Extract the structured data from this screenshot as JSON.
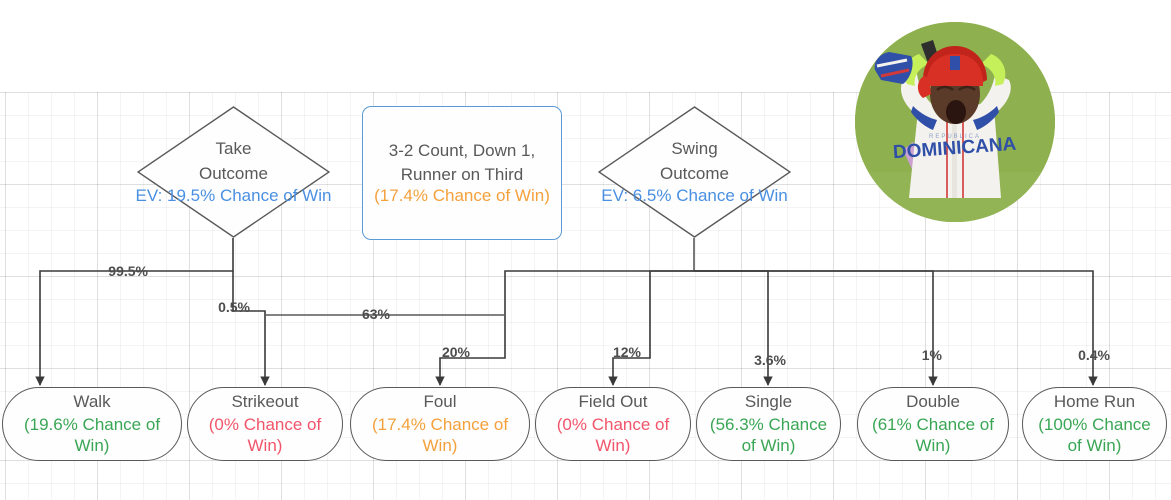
{
  "diagram": {
    "type": "decision-tree",
    "title": "3-2 Count, Down 1, Runner on Third decision tree"
  },
  "colors": {
    "blue": "#4a90e2",
    "green": "#3aa655",
    "red": "#f2556b",
    "orange": "#f4a13c",
    "node_border": "#595959",
    "rect_border": "#5b9bd5",
    "photo_bg": "#8fb04e"
  },
  "root": {
    "title": "3-2 Count, Down 1,\nRunner on Third",
    "title_line1": "3-2 Count, Down 1,",
    "title_line2": "Runner on Third",
    "value": "(17.4% Chance of Win)",
    "value_color": "orange"
  },
  "decisions": [
    {
      "id": "take",
      "title_line1": "Take",
      "title_line2": "Outcome",
      "value": "EV: 19.5% Chance of Win",
      "value_color": "blue"
    },
    {
      "id": "swing",
      "title_line1": "Swing",
      "title_line2": "Outcome",
      "value": "EV: 6.5% Chance of Win",
      "value_color": "blue"
    }
  ],
  "outcomes": [
    {
      "id": "walk",
      "label": "Walk",
      "value": "(19.6% Chance of Win)",
      "value_color": "green",
      "probability": "99.5%",
      "parent": "take"
    },
    {
      "id": "strikeout",
      "label": "Strikeout",
      "value": "(0% Chance of Win)",
      "value_color": "red",
      "probability": "0.5%",
      "parent": "take"
    },
    {
      "id": "foul",
      "label": "Foul",
      "value": "(17.4% Chance of Win)",
      "value_color": "orange",
      "probability": "20%",
      "parent": "swing"
    },
    {
      "id": "field-out",
      "label": "Field Out",
      "value": "(0% Chance of Win)",
      "value_color": "red",
      "probability": "12%",
      "parent": "swing"
    },
    {
      "id": "single",
      "label": "Single",
      "value": "(56.3% Chance of Win)",
      "value_color": "green",
      "probability": "3.6%",
      "parent": "swing"
    },
    {
      "id": "double",
      "label": "Double",
      "value": "(61% Chance of Win)",
      "value_color": "green",
      "probability": "1%",
      "parent": "swing"
    },
    {
      "id": "home-run",
      "label": "Home Run",
      "value": "(100% Chance of Win)",
      "value_color": "green",
      "probability": "0.4%",
      "parent": "swing"
    }
  ],
  "edge_labels": {
    "walk": "99.5%",
    "strikeout": "0.5%",
    "foul_branch": "63%",
    "foul": "20%",
    "field_out": "12%",
    "single": "3.6%",
    "double": "1%",
    "home_run": "0.4%"
  },
  "photo": {
    "name": "baseball-player-celebration",
    "jersey_text": "DOMINICANA",
    "alt": "Baseball player in Dominicana jersey with hands on helmet"
  }
}
